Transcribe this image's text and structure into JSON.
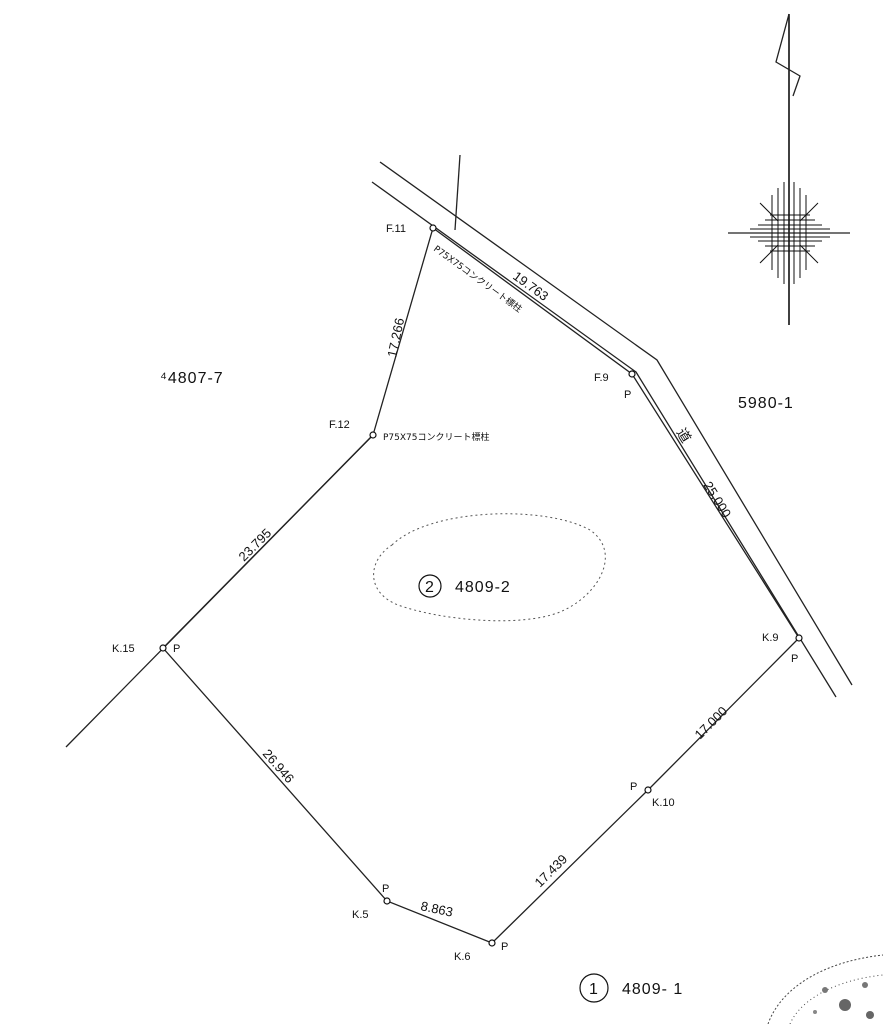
{
  "points": [
    {
      "id": "F11",
      "label": "F.11"
    },
    {
      "id": "F9",
      "label": "F.9",
      "mark": "P"
    },
    {
      "id": "F12",
      "label": "F.12"
    },
    {
      "id": "K15",
      "label": "K.15",
      "mark": "P"
    },
    {
      "id": "K9",
      "label": "K.9",
      "mark": "P"
    },
    {
      "id": "K10",
      "label": "K.10",
      "mark": "P"
    },
    {
      "id": "K5",
      "label": "K.5",
      "mark": "P"
    },
    {
      "id": "K6",
      "label": "K.6",
      "mark": "P"
    }
  ],
  "dimensions": [
    {
      "id": "d1",
      "value": "19.763"
    },
    {
      "id": "d2",
      "value": "17.266"
    },
    {
      "id": "d3",
      "value": "25.000"
    },
    {
      "id": "d4",
      "value": "23.795"
    },
    {
      "id": "d5",
      "value": "17.000"
    },
    {
      "id": "d6",
      "value": "26.946"
    },
    {
      "id": "d7",
      "value": "17.439"
    },
    {
      "id": "d8",
      "value": "8.863"
    }
  ],
  "notes": {
    "marker_f11": "P75X75コンクリート標柱",
    "marker_f12": "P75X75コンクリート標柱",
    "road": "道"
  },
  "parcels": {
    "west": "⁴4807-7",
    "east": "5980-1",
    "main_number": "2",
    "main_lot": "4809-2",
    "south_number": "1",
    "south_lot": "4809- 1"
  }
}
